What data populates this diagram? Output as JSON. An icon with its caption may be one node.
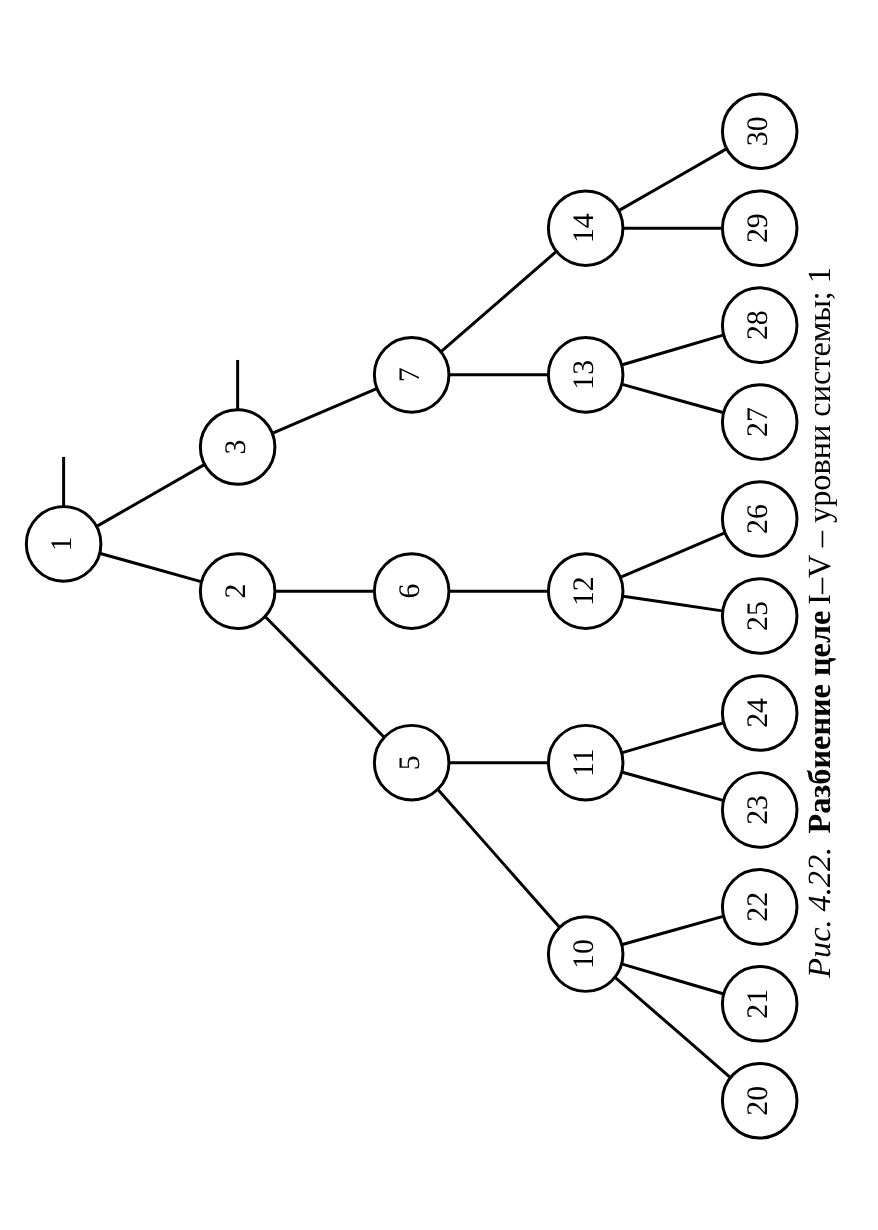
{
  "diagram": {
    "caption": "*Рис. 4.22.* **Разбиение целе** I–V – уровни системы; 1",
    "nodes": [
      {
        "text": [
          "1"
        ]
      },
      {
        "text": [
          "2"
        ]
      },
      {
        "text": [
          "3"
        ]
      },
      {
        "text": [
          "5"
        ]
      },
      {
        "text": [
          "6"
        ]
      },
      {
        "text": [
          "7"
        ]
      },
      {
        "text": [
          "10"
        ]
      },
      {
        "text": [
          "11"
        ]
      },
      {
        "text": [
          "12"
        ]
      },
      {
        "text": [
          "13"
        ]
      },
      {
        "text": [
          "14"
        ]
      },
      {
        "text": [
          "20"
        ]
      },
      {
        "text": [
          "21"
        ]
      },
      {
        "text": [
          "22"
        ]
      },
      {
        "text": [
          "23"
        ]
      },
      {
        "text": [
          "24"
        ]
      },
      {
        "text": [
          "25"
        ]
      },
      {
        "text": [
          "26"
        ]
      },
      {
        "text": [
          "27"
        ]
      },
      {
        "text": [
          "28"
        ]
      },
      {
        "text": [
          "29"
        ]
      },
      {
        "text": [
          "30"
        ]
      }
    ],
    "edges": [
      {
        "from": 0,
        "to": 1,
        "arrow": "none"
      },
      {
        "from": 0,
        "to": 2,
        "arrow": "none"
      },
      {
        "from": 0,
        "to": null,
        "arrow": "none"
      },
      {
        "from": 1,
        "to": 3,
        "arrow": "none"
      },
      {
        "from": 1,
        "to": 4,
        "arrow": "none"
      },
      {
        "from": 2,
        "to": 5,
        "arrow": "none"
      },
      {
        "from": 2,
        "to": null,
        "arrow": "none"
      },
      {
        "from": 3,
        "to": 6,
        "arrow": "none"
      },
      {
        "from": 3,
        "to": 7,
        "arrow": "none"
      },
      {
        "from": 4,
        "to": 8,
        "arrow": "none"
      },
      {
        "from": 5,
        "to": 9,
        "arrow": "none"
      },
      {
        "from": 5,
        "to": 10,
        "arrow": "none"
      },
      {
        "from": 6,
        "to": 11,
        "arrow": "none"
      },
      {
        "from": 6,
        "to": 12,
        "arrow": "none"
      },
      {
        "from": 6,
        "to": 13,
        "arrow": "none"
      },
      {
        "from": 7,
        "to": 14,
        "arrow": "none"
      },
      {
        "from": 7,
        "to": 15,
        "arrow": "none"
      },
      {
        "from": 8,
        "to": 16,
        "arrow": "none"
      },
      {
        "from": 8,
        "to": 17,
        "arrow": "none"
      },
      {
        "from": 9,
        "to": 18,
        "arrow": "none"
      },
      {
        "from": 9,
        "to": 19,
        "arrow": "none"
      },
      {
        "from": 10,
        "to": 20,
        "arrow": "none"
      },
      {
        "from": 10,
        "to": 21,
        "arrow": "none"
      }
    ]
  }
}
